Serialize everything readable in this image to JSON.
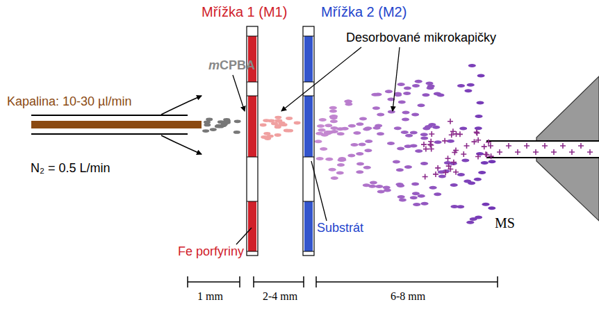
{
  "diagram": {
    "labels": [
      "Mřížka 1 (M1)",
      "Mřížka 2 (M2)",
      "mCPBA",
      "Desorbované mikrokapičky",
      "Kapalina: 10-30 µl/min",
      "N₂ = 0.5 L/min",
      "Substrát",
      "MS",
      "Fe porfyriny",
      "1 mm",
      "2-4 mm",
      "6-8 mm"
    ]
  }
}
